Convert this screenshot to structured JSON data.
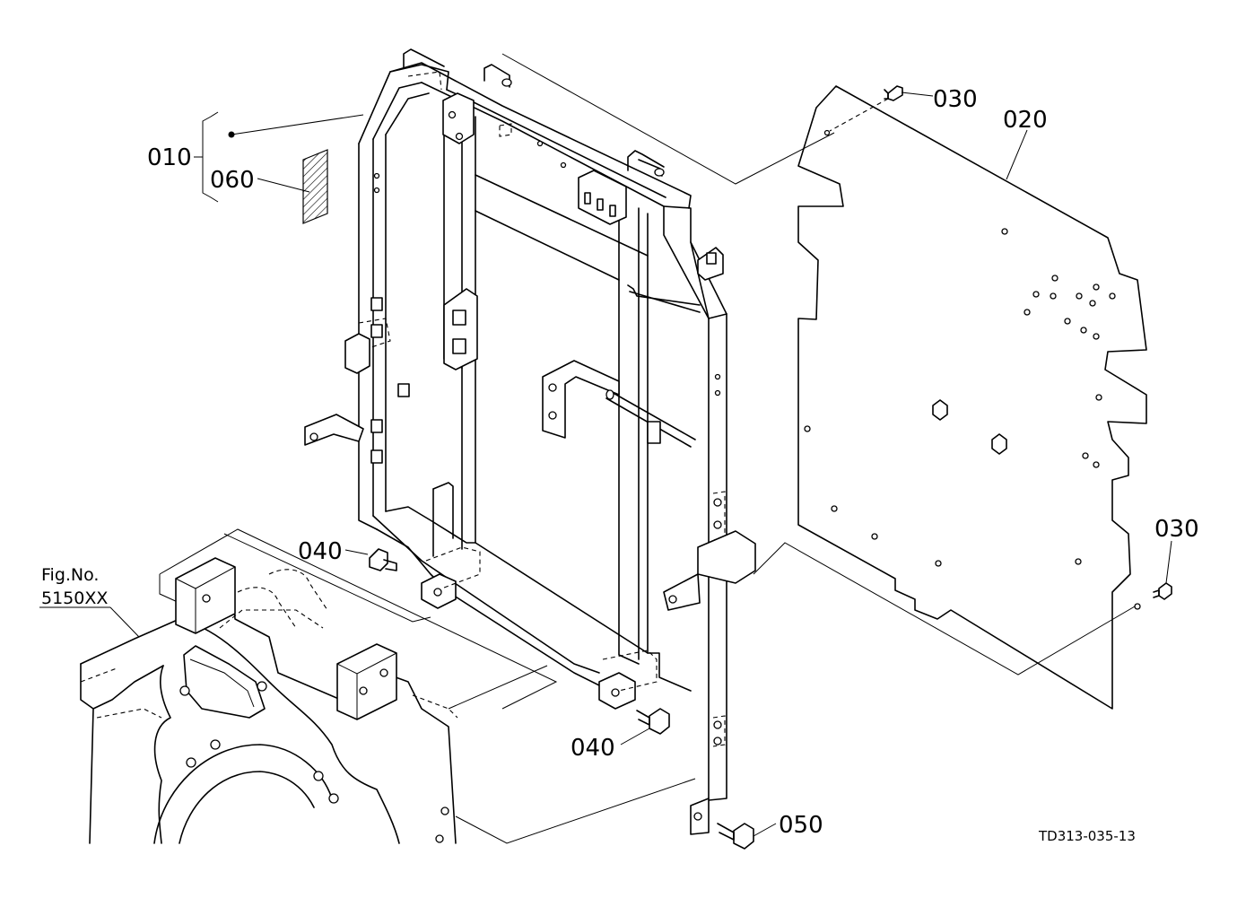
{
  "callouts": {
    "c010": "010",
    "c060": "060",
    "c030_top": "030",
    "c020": "020",
    "c030_right": "030",
    "c040_left": "040",
    "c040_bottom": "040",
    "c050": "050"
  },
  "figure_ref": {
    "line1": "Fig.No.",
    "line2": "5150XX"
  },
  "drawing_code": "TD313-035-13"
}
